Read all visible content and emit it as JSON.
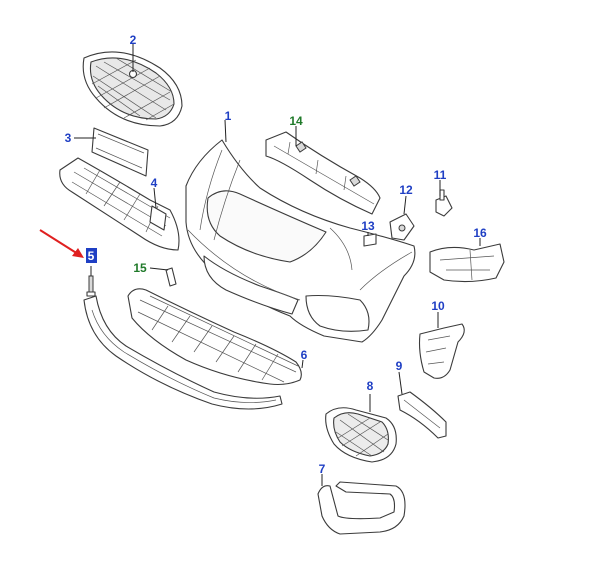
{
  "colors": {
    "blue_callout": "#1f3fc4",
    "green_callout": "#207a2a",
    "arrow": "#e02020",
    "highlight_box": "#1f3fc4"
  },
  "callouts": {
    "c1": "1",
    "c2": "2",
    "c3": "3",
    "c4": "4",
    "c5": "5",
    "c6": "6",
    "c7": "7",
    "c8": "8",
    "c9": "9",
    "c10": "10",
    "c11": "11",
    "c12": "12",
    "c13": "13",
    "c14": "14",
    "c15": "15",
    "c16": "16"
  },
  "highlighted_callout": "5"
}
